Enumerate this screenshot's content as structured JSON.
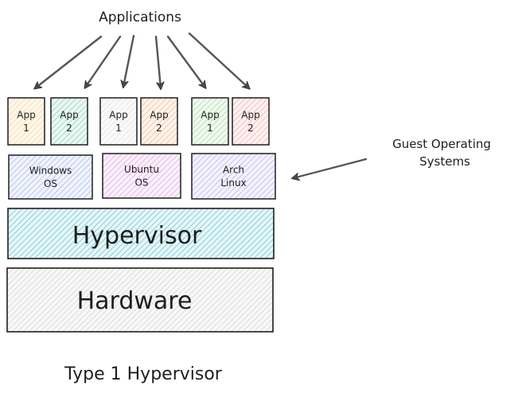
{
  "diagram": {
    "title": "Type 1 Hypervisor",
    "applications_label": "Applications",
    "guest_os_label": [
      "Guest Operating",
      "Systems"
    ],
    "apps": [
      {
        "line1": "App",
        "line2": "1",
        "color": "#f9c878"
      },
      {
        "line1": "App",
        "line2": "2",
        "color": "#63c9a6"
      },
      {
        "line1": "App",
        "line2": "1",
        "color": "#d6dbe3"
      },
      {
        "line1": "App",
        "line2": "2",
        "color": "#f7a56b"
      },
      {
        "line1": "App",
        "line2": "1",
        "color": "#8fd48f"
      },
      {
        "line1": "App",
        "line2": "2",
        "color": "#f39a9a"
      }
    ],
    "guest_os": [
      {
        "line1": "Windows",
        "line2": "OS",
        "color": "#8fa8ec"
      },
      {
        "line1": "Ubuntu",
        "line2": "OS",
        "color": "#d98ee0"
      },
      {
        "line1": "Arch",
        "line2": "Linux",
        "color": "#a99cec"
      }
    ],
    "hypervisor": {
      "label": "Hypervisor",
      "color": "#3fb8c8"
    },
    "hardware": {
      "label": "Hardware",
      "color": "#c8c8c8"
    },
    "stroke_color": "#1e1e1e",
    "arrow_color": "#555555"
  }
}
